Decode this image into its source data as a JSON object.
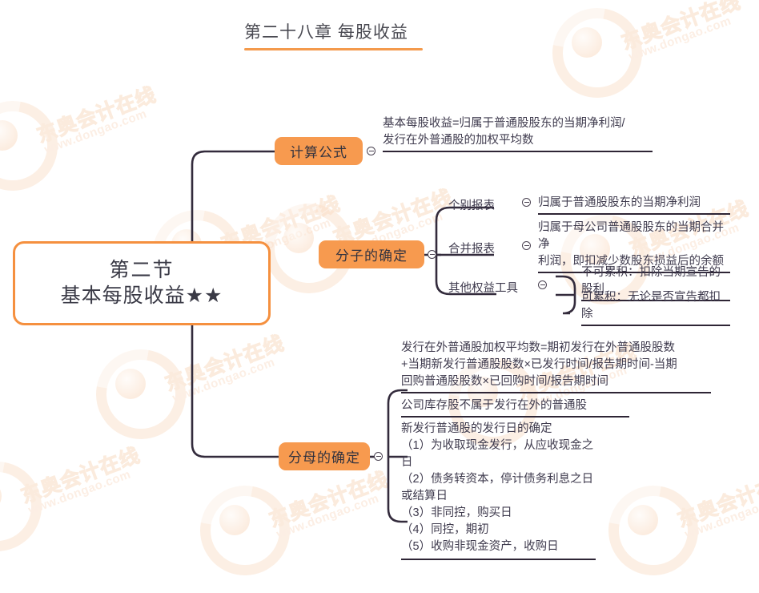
{
  "header": {
    "title": "第二十八章 每股收益",
    "rule_color": "#f49a4c"
  },
  "theme": {
    "branch_fill": "#f79a4f",
    "root_border": "#f5903f",
    "edge_color": "#332b3c",
    "text_color": "#3f3b4e",
    "watermark_color": "#fadfca"
  },
  "watermark": {
    "text": "东奥会计在线",
    "url": "www.dongao.com"
  },
  "root": {
    "line1": "第二节",
    "line2": "基本每股收益★★"
  },
  "branches": [
    {
      "label": "计算公式",
      "children": [
        {
          "text": "基本每股收益=归属于普通股股东的当期净利润/\n发行在外普通股的加权平均数"
        }
      ]
    },
    {
      "label": "分子的确定",
      "children": [
        {
          "label": "个别报表",
          "text": "归属于普通股股东的当期净利润"
        },
        {
          "label": "合并报表",
          "text": "归属于母公司普通股股东的当期合并净\n利润，即扣减少数股东损益后的余额"
        },
        {
          "label": "其他权益工具",
          "items": [
            "不可累积：扣除当期宣告的股利",
            "可累积：无论是否宣告都扣除"
          ]
        }
      ]
    },
    {
      "label": "分母的确定",
      "children": [
        {
          "text": "发行在外普通股加权平均数=期初发行在外普通股股数\n+当期新发行普通股股数×已发行时间/报告期时间-当期\n回购普通股股数×已回购时间/报告期时间"
        },
        {
          "text": "公司库存股不属于发行在外的普通股"
        },
        {
          "title": "新发行普通股的发行日的确定",
          "list": [
            "（1）为收取现金发行，从应收现金之日",
            "（2）债务转资本，停计债务利息之日或结算日",
            "（3）非同控，购买日",
            "（4）同控，期初",
            "（5）收购非现金资产，收购日"
          ]
        }
      ]
    }
  ]
}
